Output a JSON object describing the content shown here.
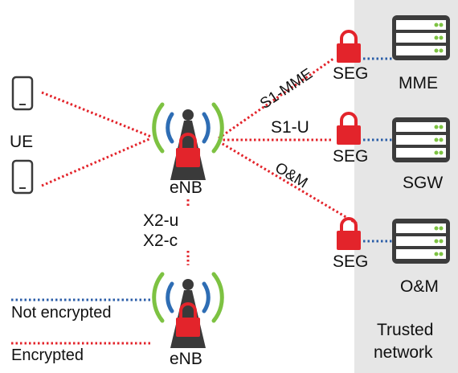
{
  "ue": {
    "label": "UE"
  },
  "enb_top": {
    "label": "eNB"
  },
  "enb_bottom": {
    "label": "eNB"
  },
  "x2": {
    "user": "X2-u",
    "control": "X2-c"
  },
  "links": {
    "s1_mme": "S1-MME",
    "s1_u": "S1-U",
    "om": "O&M"
  },
  "seg": {
    "label": "SEG"
  },
  "servers": {
    "mme": "MME",
    "sgw": "SGW",
    "om": "O&M"
  },
  "trusted": {
    "line1": "Trusted",
    "line2": "network"
  },
  "legend": {
    "not_encrypted": "Not encrypted",
    "encrypted": "Encrypted"
  },
  "colors": {
    "encrypted_line": "#e3242b",
    "unencrypted_line": "#2b5ea8",
    "lock": "#e3242b",
    "tower": "#3a3a3a",
    "wave_inner": "#2e6db4",
    "wave_outer": "#7dc242",
    "trusted_bg": "#e6e6e6",
    "server_body": "#3c3c3c",
    "server_dot": "#7dc242"
  }
}
